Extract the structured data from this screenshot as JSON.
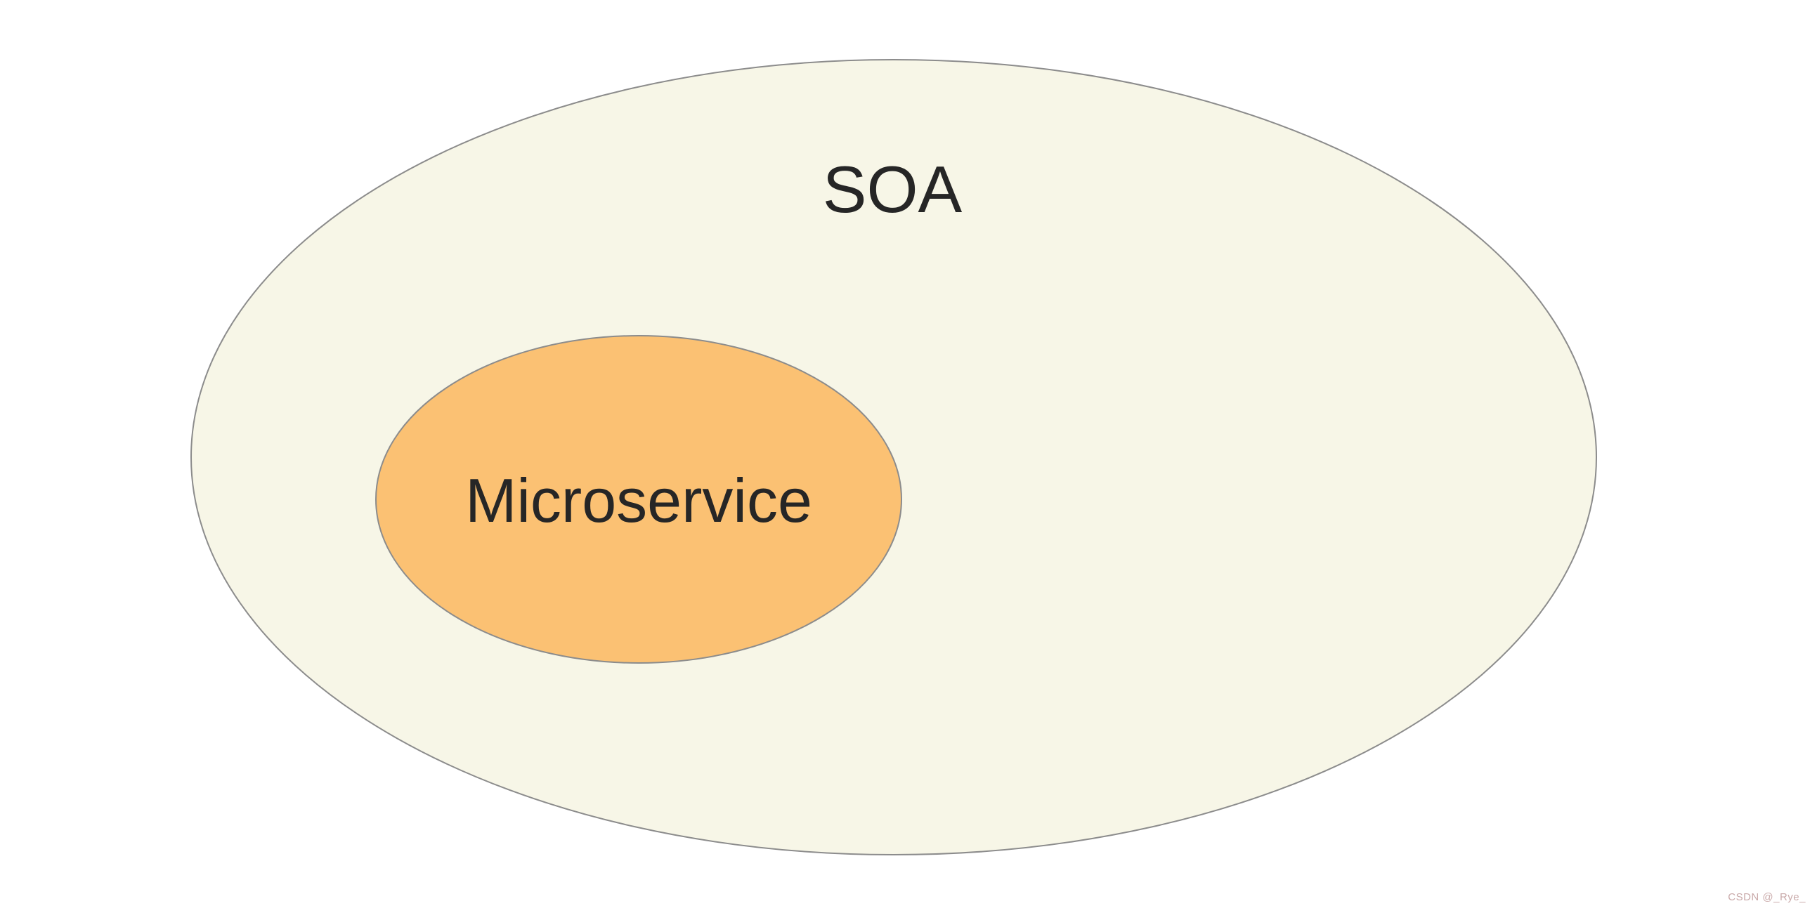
{
  "diagram": {
    "outer": {
      "label": "SOA",
      "fill": "#f7f6e7",
      "stroke": "#8c8c8c"
    },
    "inner": {
      "label": "Microservice",
      "fill": "#fbc173",
      "stroke": "#8c8c8c"
    },
    "label_color": "#262626"
  },
  "watermark": {
    "text": "CSDN @_Rye_",
    "color": "#c9a9a9"
  }
}
